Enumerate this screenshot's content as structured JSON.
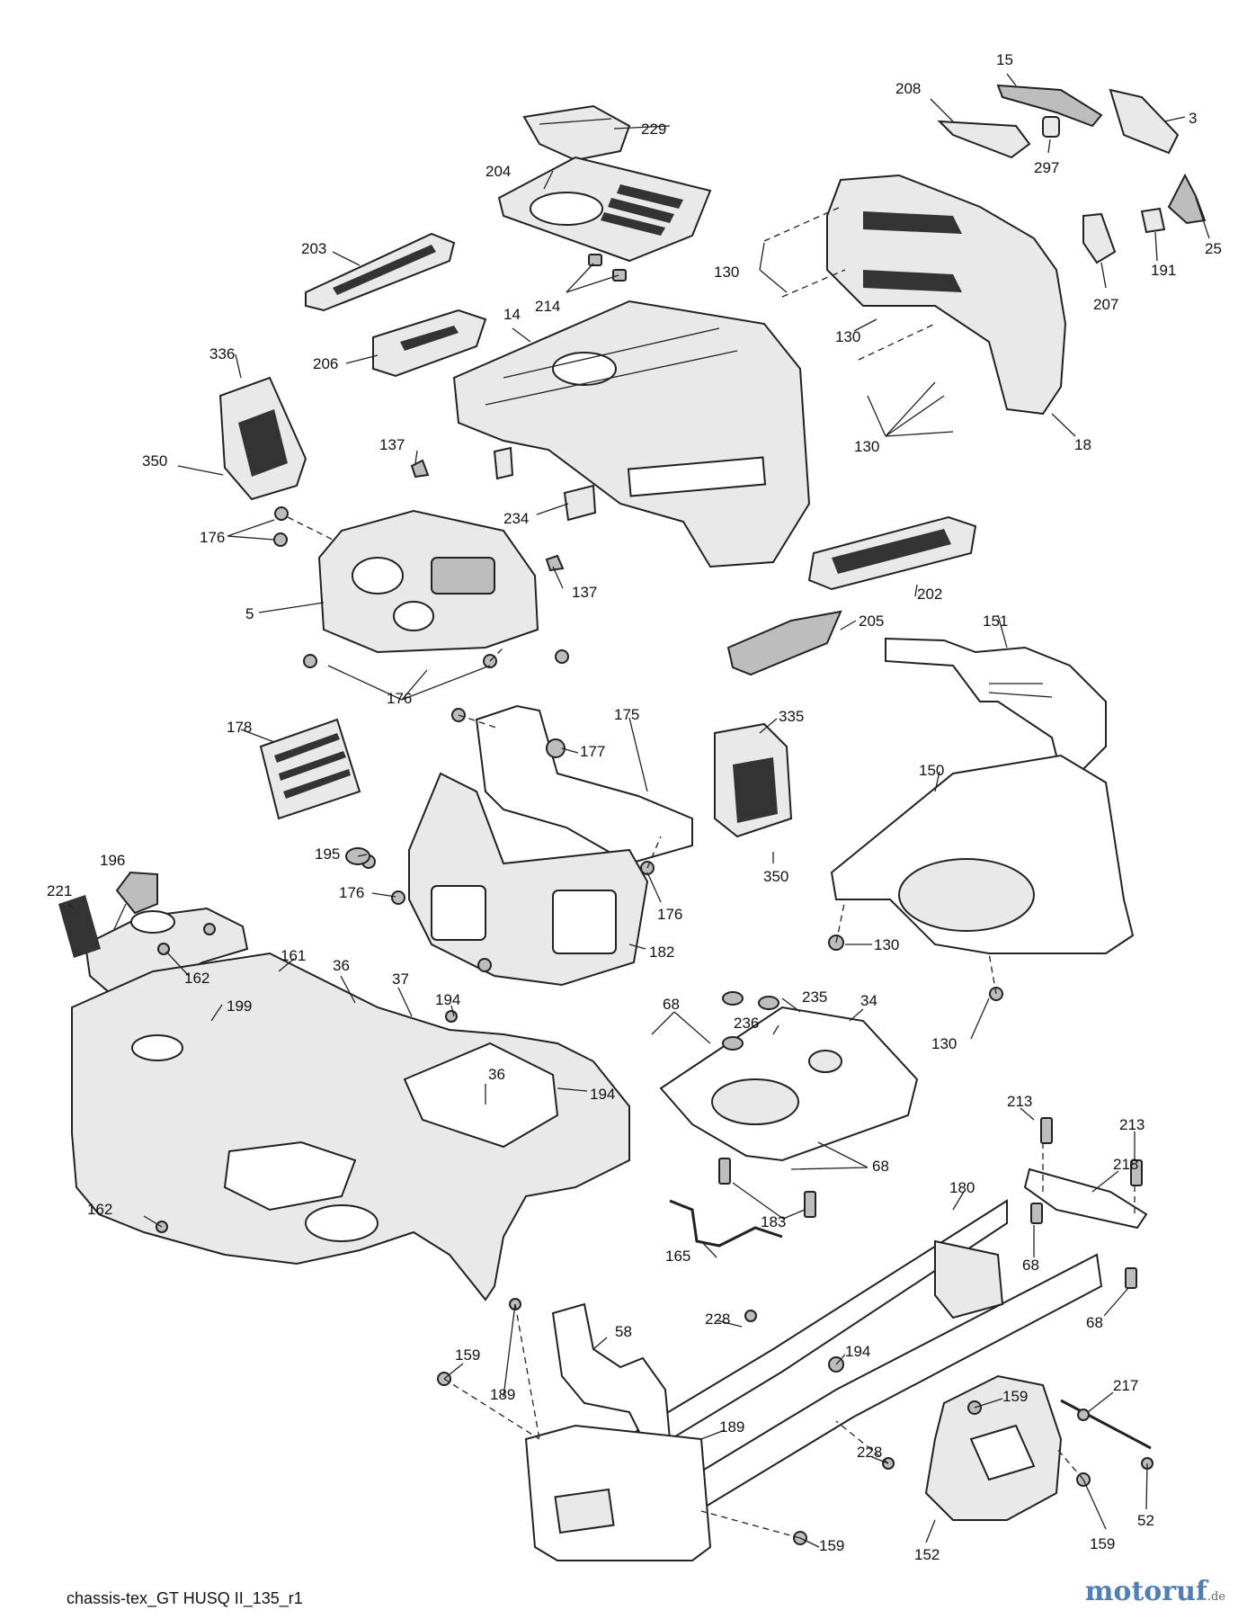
{
  "diagram": {
    "footer_label": "chassis-tex_GT HUSQ II_135_r1",
    "watermark": {
      "name": "motoruf",
      "suffix": ".de",
      "color": "#4f7fb4"
    },
    "callouts": [
      {
        "id": "c229",
        "label": "229"
      },
      {
        "id": "c204",
        "label": "204"
      },
      {
        "id": "c203",
        "label": "203"
      },
      {
        "id": "c214",
        "label": "214"
      },
      {
        "id": "c14",
        "label": "14"
      },
      {
        "id": "c206",
        "label": "206"
      },
      {
        "id": "c336",
        "label": "336"
      },
      {
        "id": "c350a",
        "label": "350"
      },
      {
        "id": "c137a",
        "label": "137"
      },
      {
        "id": "c234",
        "label": "234"
      },
      {
        "id": "c176a",
        "label": "176"
      },
      {
        "id": "c5",
        "label": "5"
      },
      {
        "id": "c137b",
        "label": "137"
      },
      {
        "id": "c15",
        "label": "15"
      },
      {
        "id": "c208",
        "label": "208"
      },
      {
        "id": "c3",
        "label": "3"
      },
      {
        "id": "c297",
        "label": "297"
      },
      {
        "id": "c25",
        "label": "25"
      },
      {
        "id": "c191",
        "label": "191"
      },
      {
        "id": "c207",
        "label": "207"
      },
      {
        "id": "c130a",
        "label": "130"
      },
      {
        "id": "c130b",
        "label": "130"
      },
      {
        "id": "c130c",
        "label": "130"
      },
      {
        "id": "c18",
        "label": "18"
      },
      {
        "id": "c202",
        "label": "202"
      },
      {
        "id": "c205",
        "label": "205"
      },
      {
        "id": "c151",
        "label": "151"
      },
      {
        "id": "c176b",
        "label": "176"
      },
      {
        "id": "c178",
        "label": "178"
      },
      {
        "id": "c175",
        "label": "175"
      },
      {
        "id": "c177",
        "label": "177"
      },
      {
        "id": "c335",
        "label": "335"
      },
      {
        "id": "c150",
        "label": "150"
      },
      {
        "id": "c195",
        "label": "195"
      },
      {
        "id": "c176c",
        "label": "176"
      },
      {
        "id": "c176d",
        "label": "176"
      },
      {
        "id": "c350b",
        "label": "350"
      },
      {
        "id": "c182",
        "label": "182"
      },
      {
        "id": "c130d",
        "label": "130"
      },
      {
        "id": "c130e",
        "label": "130"
      },
      {
        "id": "c196",
        "label": "196"
      },
      {
        "id": "c221",
        "label": "221"
      },
      {
        "id": "c162a",
        "label": "162"
      },
      {
        "id": "c161",
        "label": "161"
      },
      {
        "id": "c199",
        "label": "199"
      },
      {
        "id": "c36a",
        "label": "36"
      },
      {
        "id": "c37",
        "label": "37"
      },
      {
        "id": "c194a",
        "label": "194"
      },
      {
        "id": "c36b",
        "label": "36"
      },
      {
        "id": "c194b",
        "label": "194"
      },
      {
        "id": "c68a",
        "label": "68"
      },
      {
        "id": "c235",
        "label": "235"
      },
      {
        "id": "c236",
        "label": "236"
      },
      {
        "id": "c34",
        "label": "34"
      },
      {
        "id": "c68b",
        "label": "68"
      },
      {
        "id": "c183",
        "label": "183"
      },
      {
        "id": "c165",
        "label": "165"
      },
      {
        "id": "c162b",
        "label": "162"
      },
      {
        "id": "c213a",
        "label": "213"
      },
      {
        "id": "c213b",
        "label": "213"
      },
      {
        "id": "c218",
        "label": "218"
      },
      {
        "id": "c68c",
        "label": "68"
      },
      {
        "id": "c68d",
        "label": "68"
      },
      {
        "id": "c180",
        "label": "180"
      },
      {
        "id": "c228a",
        "label": "228"
      },
      {
        "id": "c58",
        "label": "58"
      },
      {
        "id": "c194c",
        "label": "194"
      },
      {
        "id": "c159a",
        "label": "159"
      },
      {
        "id": "c189a",
        "label": "189"
      },
      {
        "id": "c189b",
        "label": "189"
      },
      {
        "id": "c228b",
        "label": "228"
      },
      {
        "id": "c159b",
        "label": "159"
      },
      {
        "id": "c217",
        "label": "217"
      },
      {
        "id": "c52",
        "label": "52"
      },
      {
        "id": "c159c",
        "label": "159"
      },
      {
        "id": "c152",
        "label": "152"
      },
      {
        "id": "c159d",
        "label": "159"
      }
    ]
  }
}
